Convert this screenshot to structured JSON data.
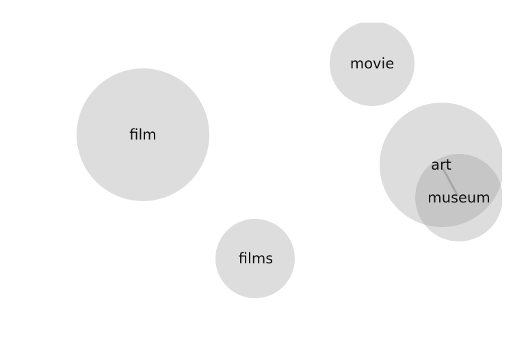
{
  "colors": {
    "background": "#ffffff",
    "bubble": "#dddddd",
    "overlap": "#c6c6c6",
    "connector": "#a6a6a6",
    "text": "#111111"
  },
  "terms": [
    {
      "key": "film",
      "label": "film"
    },
    {
      "key": "movie",
      "label": "movie"
    },
    {
      "key": "art",
      "label": "art"
    },
    {
      "key": "museum",
      "label": "museum"
    },
    {
      "key": "films",
      "label": "films"
    }
  ],
  "links": [
    {
      "from": "art",
      "to": "museum"
    }
  ]
}
